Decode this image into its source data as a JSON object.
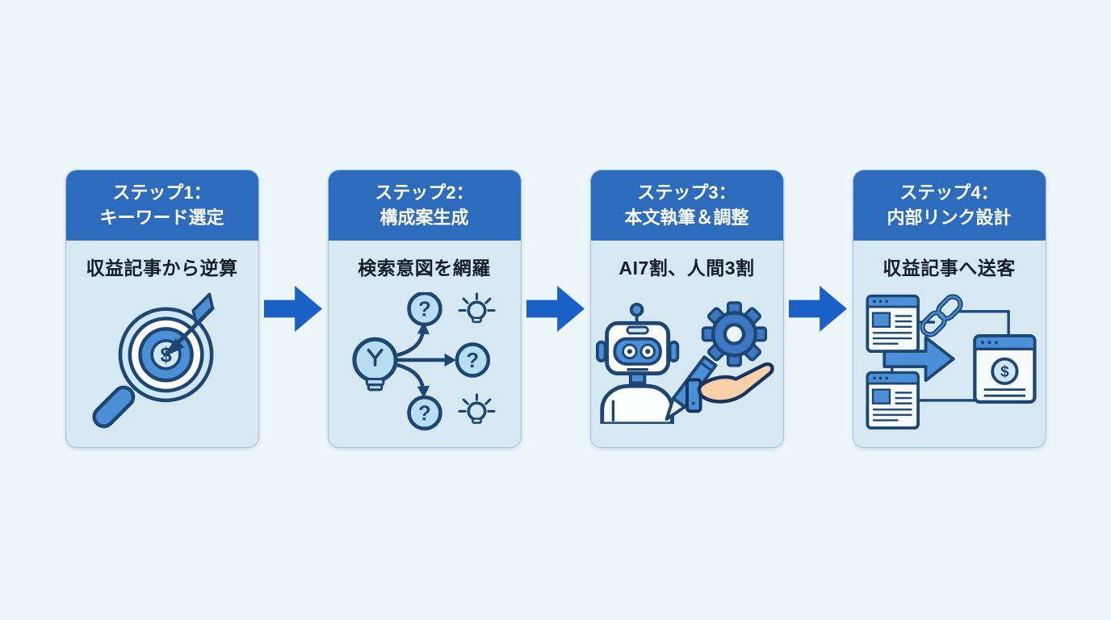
{
  "canvas": {
    "background": "#edf6f9"
  },
  "colors": {
    "header_blue": "#2d6cbd",
    "arrow_blue": "#1b60c7",
    "card_body_blue": "#d6e9f3",
    "icon_navy": "#1d4673",
    "icon_blue": "#4b8fd6",
    "icon_light_blue": "#cfe7f4",
    "hand_skin": "#f8cfa6"
  },
  "icons": {
    "dollar_sign": "$",
    "question_mark": "?"
  },
  "steps": [
    {
      "title_line1": "ステップ1：",
      "title_line2": "キーワード選定",
      "subtitle": "収益記事から逆算"
    },
    {
      "title_line1": "ステップ2：",
      "title_line2": "構成案生成",
      "subtitle": "検索意図を網羅"
    },
    {
      "title_line1": "ステップ3：",
      "title_line2": "本文執筆＆調整",
      "subtitle": "AI7割、人間3割"
    },
    {
      "title_line1": "ステップ4：",
      "title_line2": "内部リンク設計",
      "subtitle": "収益記事へ送客"
    }
  ]
}
